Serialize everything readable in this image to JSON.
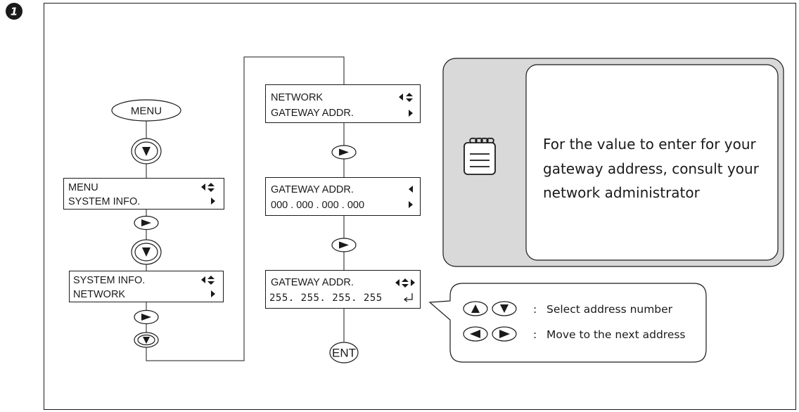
{
  "step": {
    "number": "1"
  },
  "keys": {
    "menu": "MENU",
    "ent": "ENT"
  },
  "lcd": {
    "menu_system": {
      "line1": "MENU",
      "line2": "SYSTEM INFO."
    },
    "system_network": {
      "line1": "SYSTEM INFO.",
      "line2": "NETWORK"
    },
    "network_gateway": {
      "line1": "NETWORK",
      "line2": "GATEWAY ADDR."
    },
    "gateway_zero": {
      "line1": "GATEWAY ADDR.",
      "line2": "000 . 000 . 000 . 000"
    },
    "gateway_value": {
      "line1": "GATEWAY ADDR.",
      "line2": "255. 255. 255. 255"
    }
  },
  "note": {
    "icon": "memo-icon",
    "lines": [
      "For the value to enter for your",
      "gateway address, consult your",
      "network administrator"
    ]
  },
  "legend": {
    "row1": {
      "sep": ":",
      "text": "Select address number"
    },
    "row2": {
      "sep": ":",
      "text": "Move to the next address"
    }
  }
}
